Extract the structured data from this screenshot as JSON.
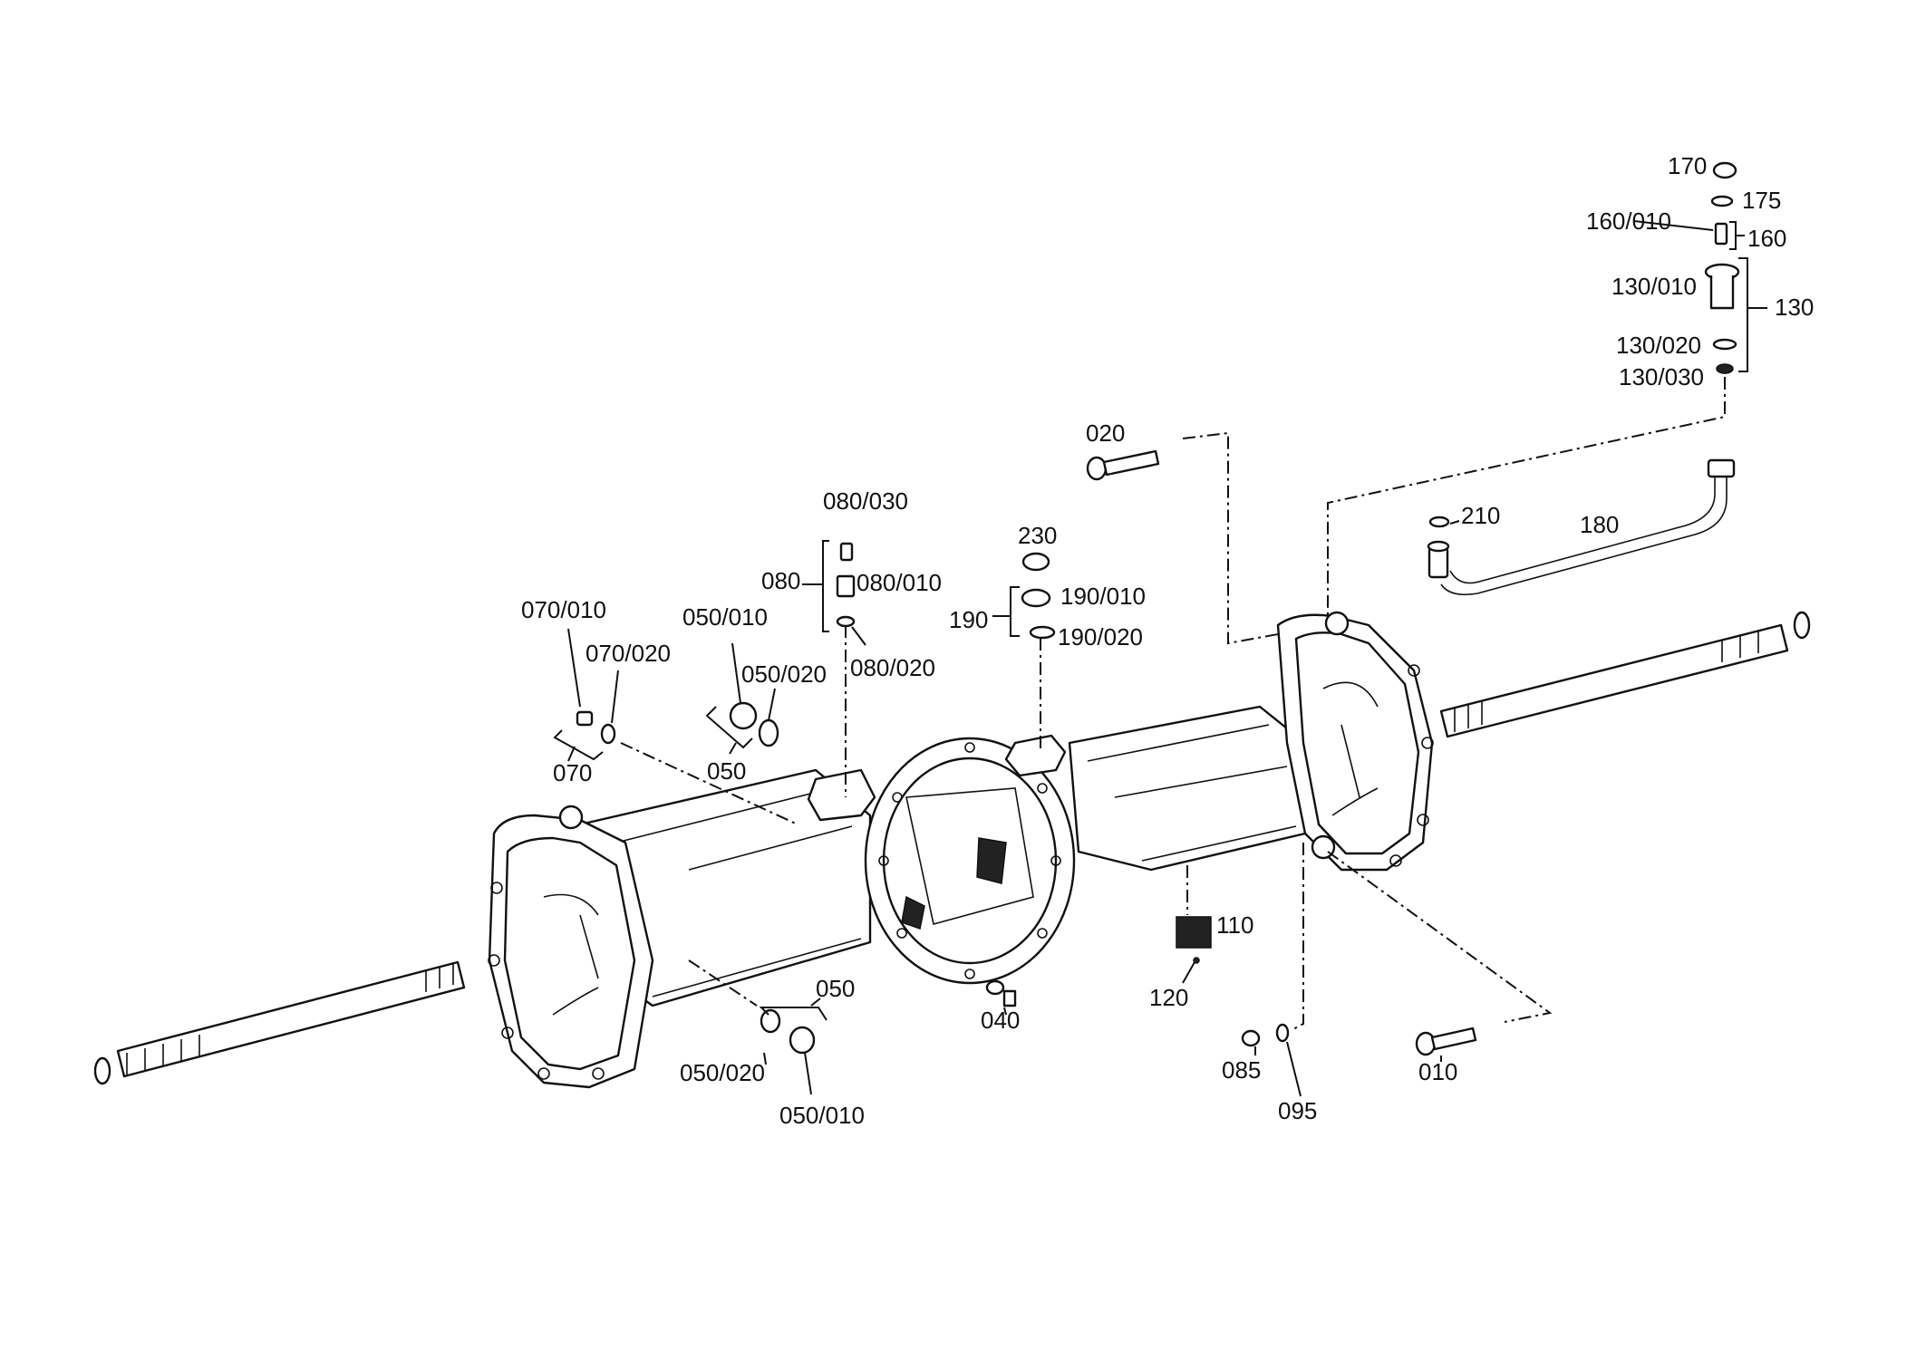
{
  "diagram": {
    "labels": {
      "p170": "170",
      "p175": "175",
      "p160_010": "160/010",
      "p160": "160",
      "p130_010": "130/010",
      "p130": "130",
      "p130_020": "130/020",
      "p130_030": "130/030",
      "p020": "020",
      "p210": "210",
      "p180": "180",
      "p080_030": "080/030",
      "p080": "080",
      "p080_010": "080/010",
      "p080_020": "080/020",
      "p230": "230",
      "p190_010": "190/010",
      "p190": "190",
      "p190_020": "190/020",
      "p070_010": "070/010",
      "p070_020": "070/020",
      "p070": "070",
      "p050_010a": "050/010",
      "p050_020a": "050/020",
      "p050a": "050",
      "p110": "110",
      "p120": "120",
      "p040": "040",
      "p050b": "050",
      "p050_020b": "050/020",
      "p050_010b": "050/010",
      "p085": "085",
      "p095": "095",
      "p010": "010"
    }
  }
}
